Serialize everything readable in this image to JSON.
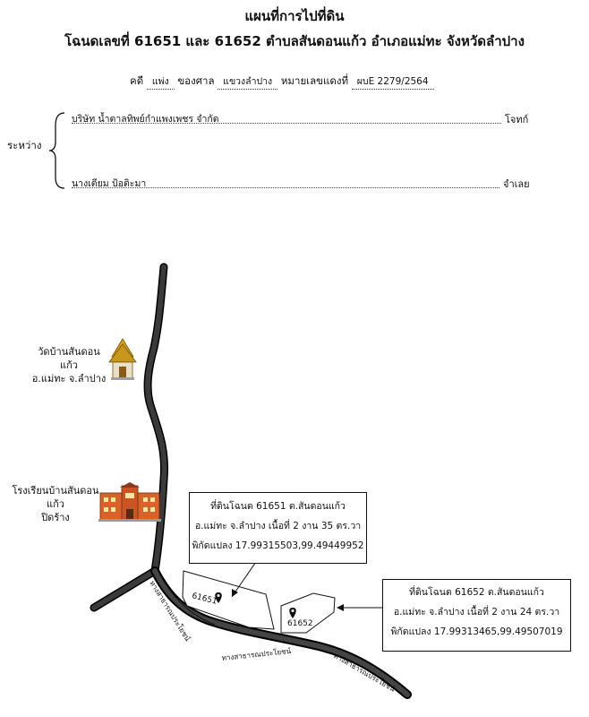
{
  "header": {
    "title": "แผนที่การไปที่ดิน",
    "subtitle": "โฉนดเลขที่  61651 และ 61652 ตำบลสันดอนแก้ว  อำเภอแม่ทะ  จังหวัดลำปาง"
  },
  "case": {
    "label_case": "คดี",
    "case_type": "แพ่ง",
    "label_court": "ของศาล",
    "court": "แขวงลำปาง",
    "label_number": "หมายเลขแดงที่",
    "number": "ผบE 2279/2564"
  },
  "parties": {
    "between_label": "ระหว่าง",
    "plaintiff_name": "บริษัท น้ำตาลทิพย์กำแพงเพชร จำกัด",
    "plaintiff_role": "โจทก์",
    "defendant_name": "นางเตียม  ป้อติะมา",
    "defendant_role": "จำเลย"
  },
  "places": {
    "temple_line1": "วัดบ้านสันดอนแก้ว",
    "temple_line2": "อ.แม่ทะ จ.ลำปาง",
    "school_line1": "โรงเรียนบ้านสันดอนแก้ว",
    "school_line2": "ปิดร้าง"
  },
  "parcels": {
    "p1_label": "61651",
    "p2_label": "61652"
  },
  "info_boxes": {
    "box1_line1": "ที่ดินโฉนด 61651 ต.สันดอนแก้ว",
    "box1_line2": "อ.แม่ทะ จ.ลำปาง เนื้อที่ 2 งาน 35 ตร.วา",
    "box1_line3": "พิกัดแปลง 17.99315503,99.49449952",
    "box2_line1": "ที่ดินโฉนด 61652 ต.สันดอนแก้ว",
    "box2_line2": "อ.แม่ทะ จ.ลำปาง เนื้อที่ 2 งาน 24 ตร.วา",
    "box2_line3": "พิกัดแปลง 17.99313465,99.49507019"
  },
  "roads": {
    "road1": "ทางสาธารณประโยชน์",
    "road2": "ทางสาธารณประโยชน์",
    "road3": "ทางสาธารณประโยชน์"
  },
  "colors": {
    "road": "#2b2b2b",
    "road_edge": "#000000",
    "school_brick": "#d9622b",
    "temple_gold": "#d4a017"
  }
}
